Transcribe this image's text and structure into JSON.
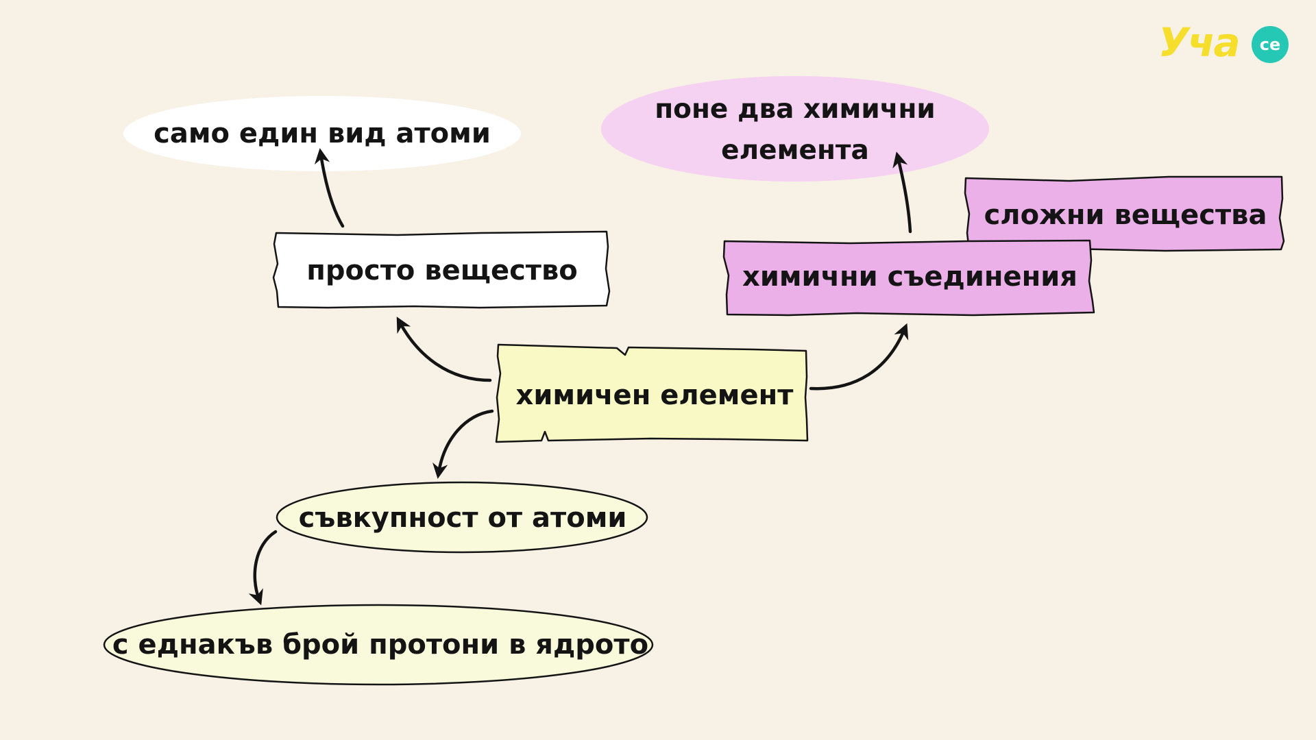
{
  "colors": {
    "background": "#f7f1e6",
    "center_box": "#f8f9c4",
    "white_box": "#ffffff",
    "pink_oval": "#f6d2f2",
    "magenta_box": "#ecb0e8",
    "yellow_oval": "#f9f9dc",
    "outline": "#141414",
    "logo_yellow": "#f5de2c",
    "logo_teal": "#25c8b4"
  },
  "diagram": {
    "center": "химичен елемент",
    "simple_substance": "просто вещество",
    "simple_definition": "само един вид атоми",
    "compounds": "химични съединения",
    "complex_substances": "сложни вещества",
    "compound_definition_line1": "поне два химични",
    "compound_definition_line2": "елемента",
    "atom_collection": "съвкупност от атоми",
    "proton_definition": "с еднакъв брой протони в ядрото"
  },
  "logo": {
    "text": "Уча",
    "badge": "ce"
  }
}
